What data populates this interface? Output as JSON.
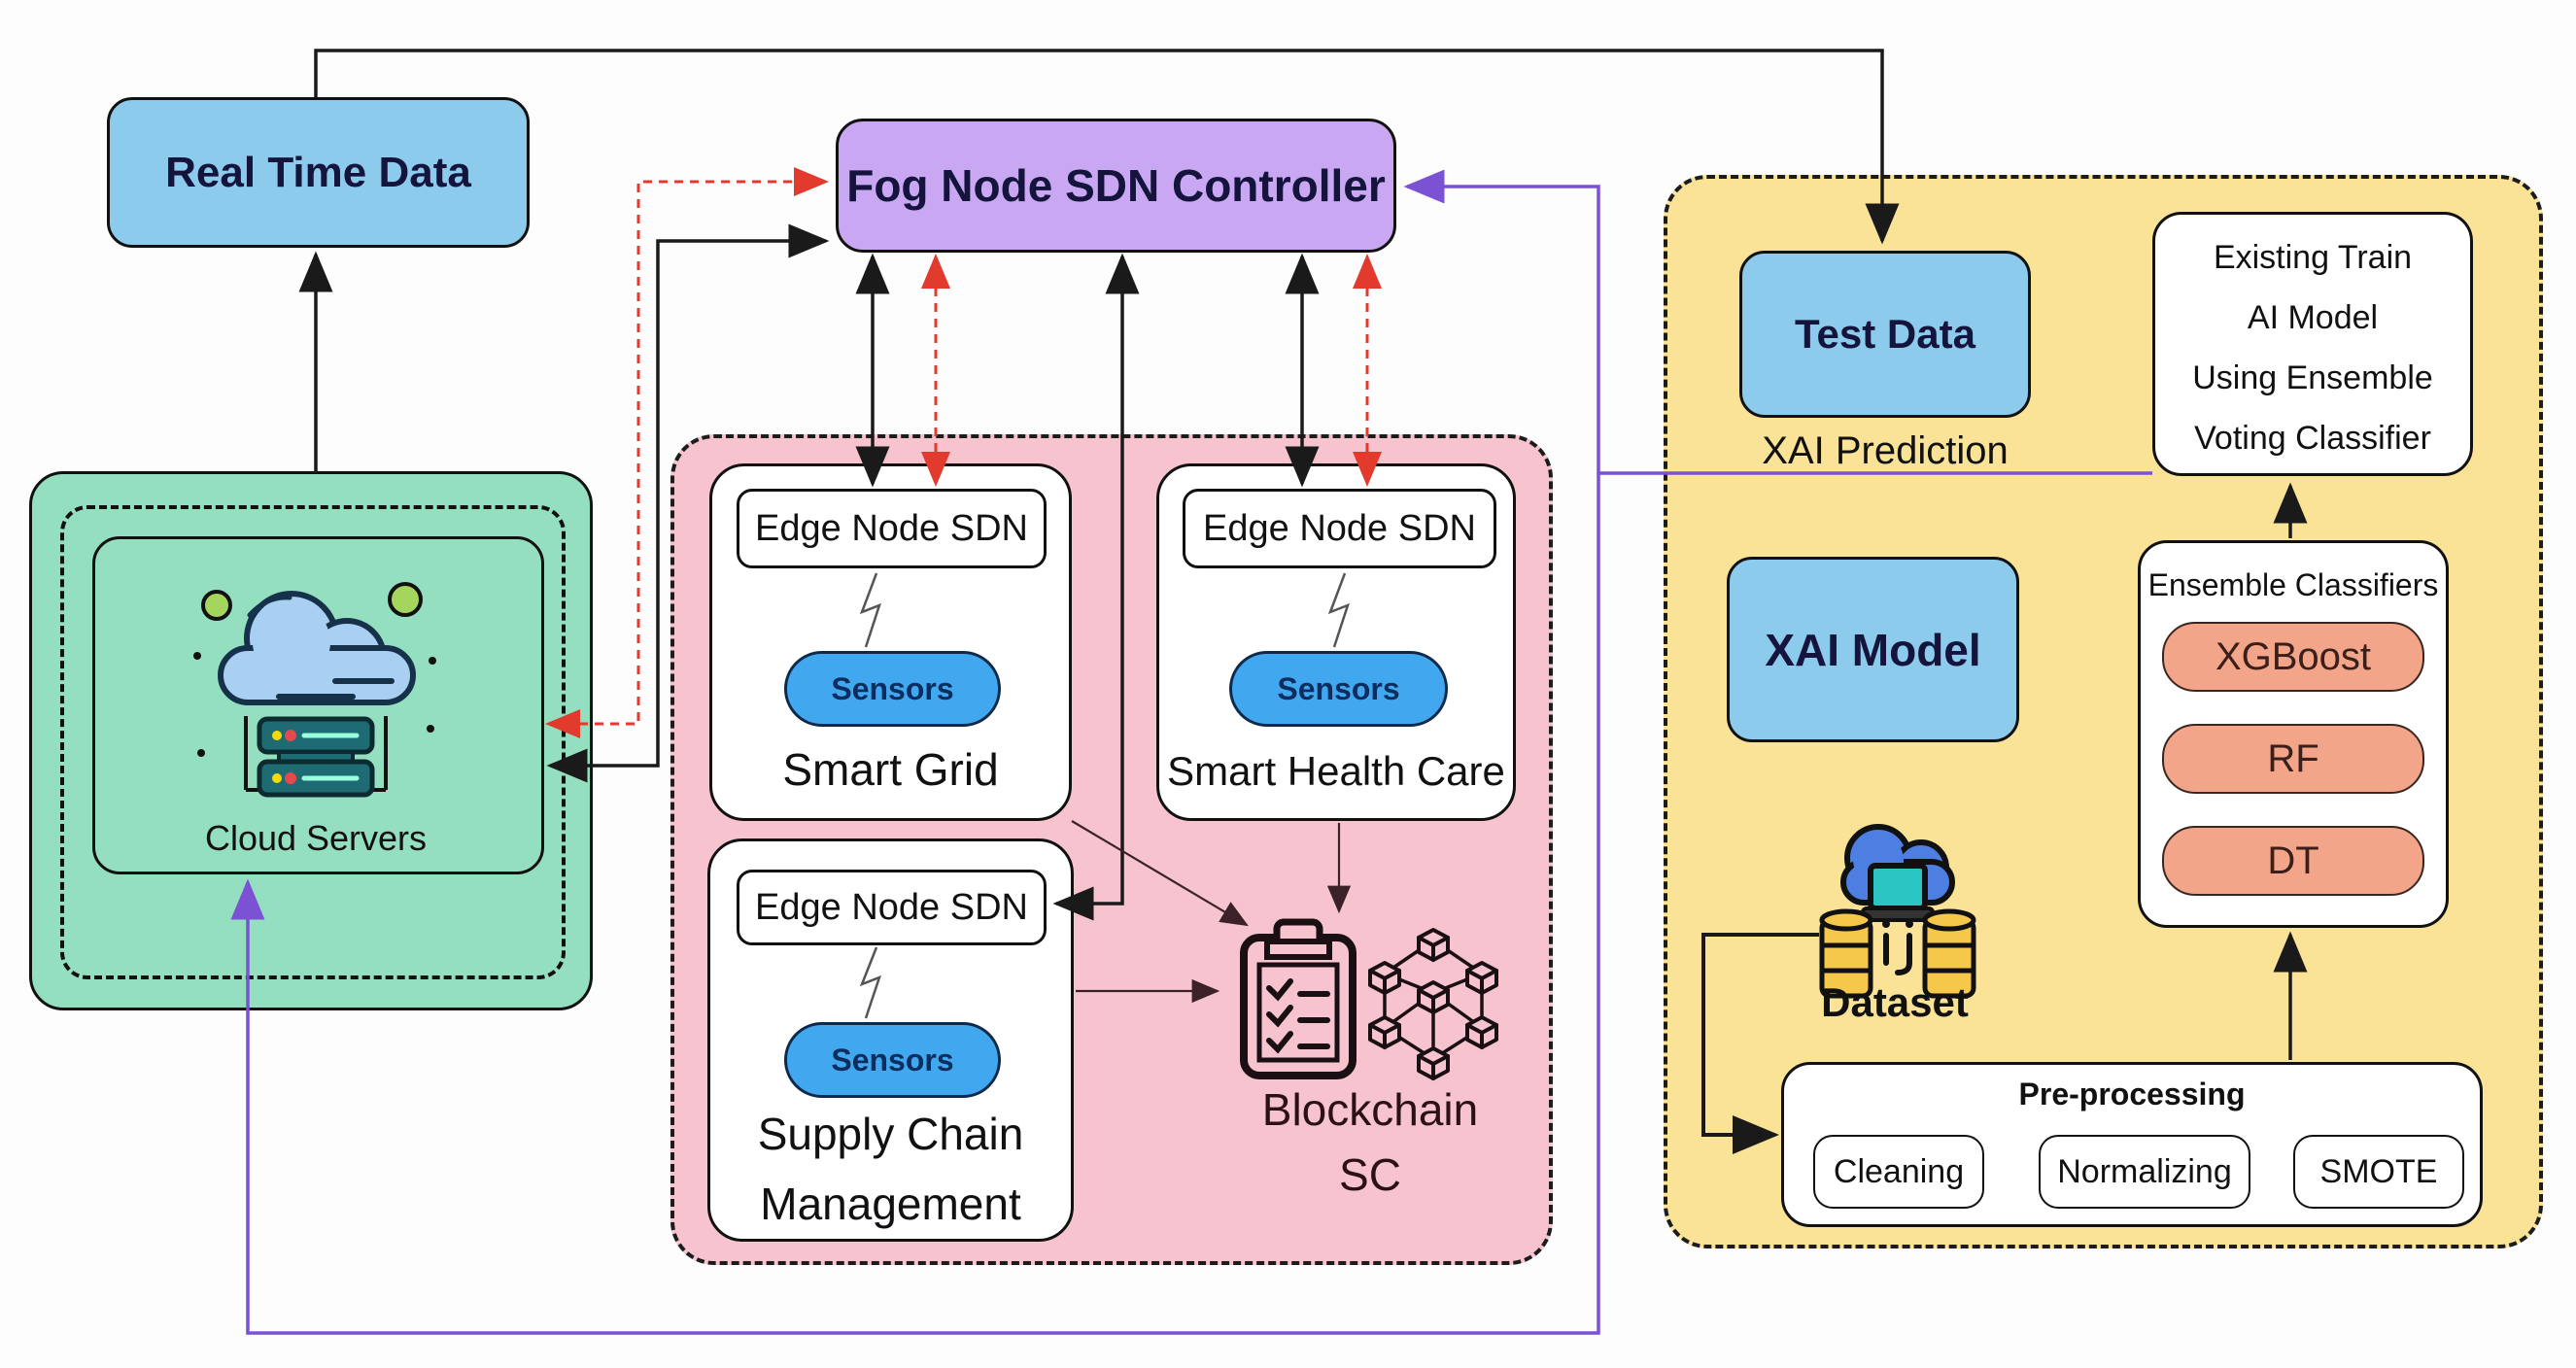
{
  "diagram": {
    "real_time_data": "Real Time Data",
    "fog_controller": "Fog Node SDN Controller",
    "cloud_servers": "Cloud Servers",
    "edge_node_sdn": "Edge Node SDN",
    "sensors": "Sensors",
    "smart_grid": "Smart Grid",
    "smart_health_care": "Smart Health Care",
    "supply_chain": [
      "Supply Chain",
      "Management"
    ],
    "blockchain": "Blockchain",
    "blockchain_sc": "SC",
    "test_data": "Test Data",
    "xai_prediction": "XAI Prediction",
    "existing_train_model": [
      "Existing Train",
      "AI Model",
      "Using Ensemble",
      "Voting Classifier"
    ],
    "xai_model": "XAI Model",
    "ensemble_classifiers": "Ensemble Classifiers",
    "classifiers": [
      "XGBoost",
      "RF",
      "DT"
    ],
    "dataset": "Dataset",
    "preprocessing": "Pre-processing",
    "preprocessing_steps": [
      "Cleaning",
      "Normalizing",
      "SMOTE"
    ]
  },
  "colors": {
    "node_blue": "#8CCBEC",
    "fog_purple": "#C9A7F2",
    "container_green": "#94DFC0",
    "container_pink": "#F7C3CE",
    "container_yellow": "#FAE396",
    "classifier_salmon": "#F2A588",
    "sensors_blue": "#41A8F0",
    "arrow_red": "#E23B2E",
    "arrow_purple": "#7B52D3",
    "arrow_black": "#1a1a1a"
  }
}
